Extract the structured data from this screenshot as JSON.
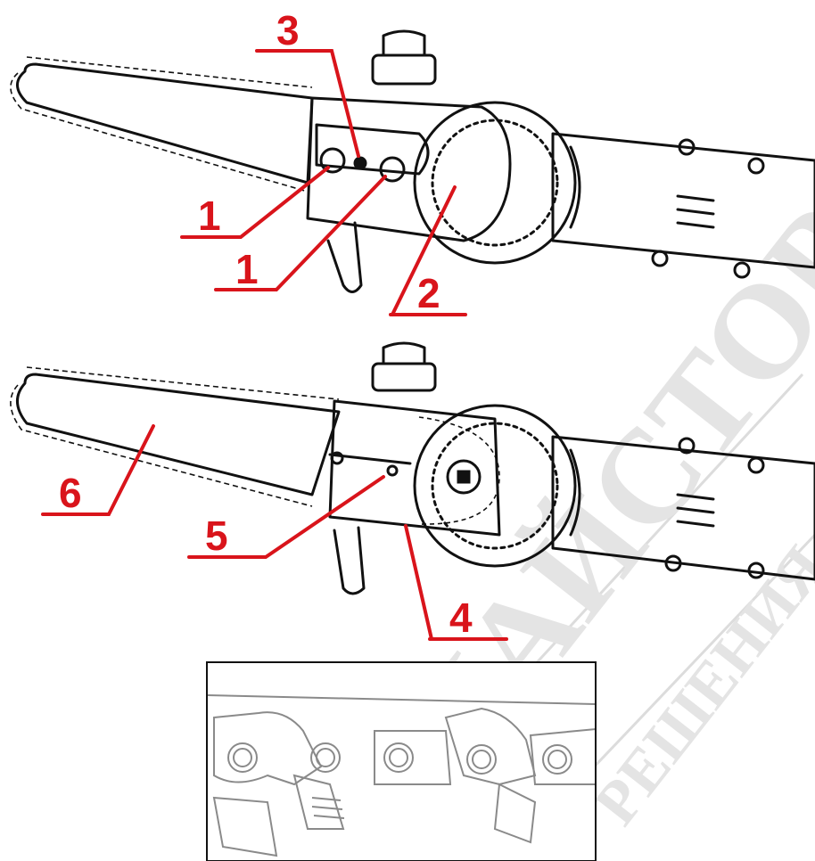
{
  "callouts": {
    "top": [
      {
        "label": "1"
      },
      {
        "label": "1"
      },
      {
        "label": "2"
      },
      {
        "label": "3"
      }
    ],
    "bottom": [
      {
        "label": "4"
      },
      {
        "label": "5"
      },
      {
        "label": "6"
      }
    ]
  },
  "inset": {
    "description_visible": false
  },
  "watermark": {
    "text": "НАЙСТОР",
    "subtext": "РЕШЕНИЯ"
  },
  "colors": {
    "callout": "#d9141b",
    "line_art": "#111111",
    "background": "#ffffff"
  }
}
